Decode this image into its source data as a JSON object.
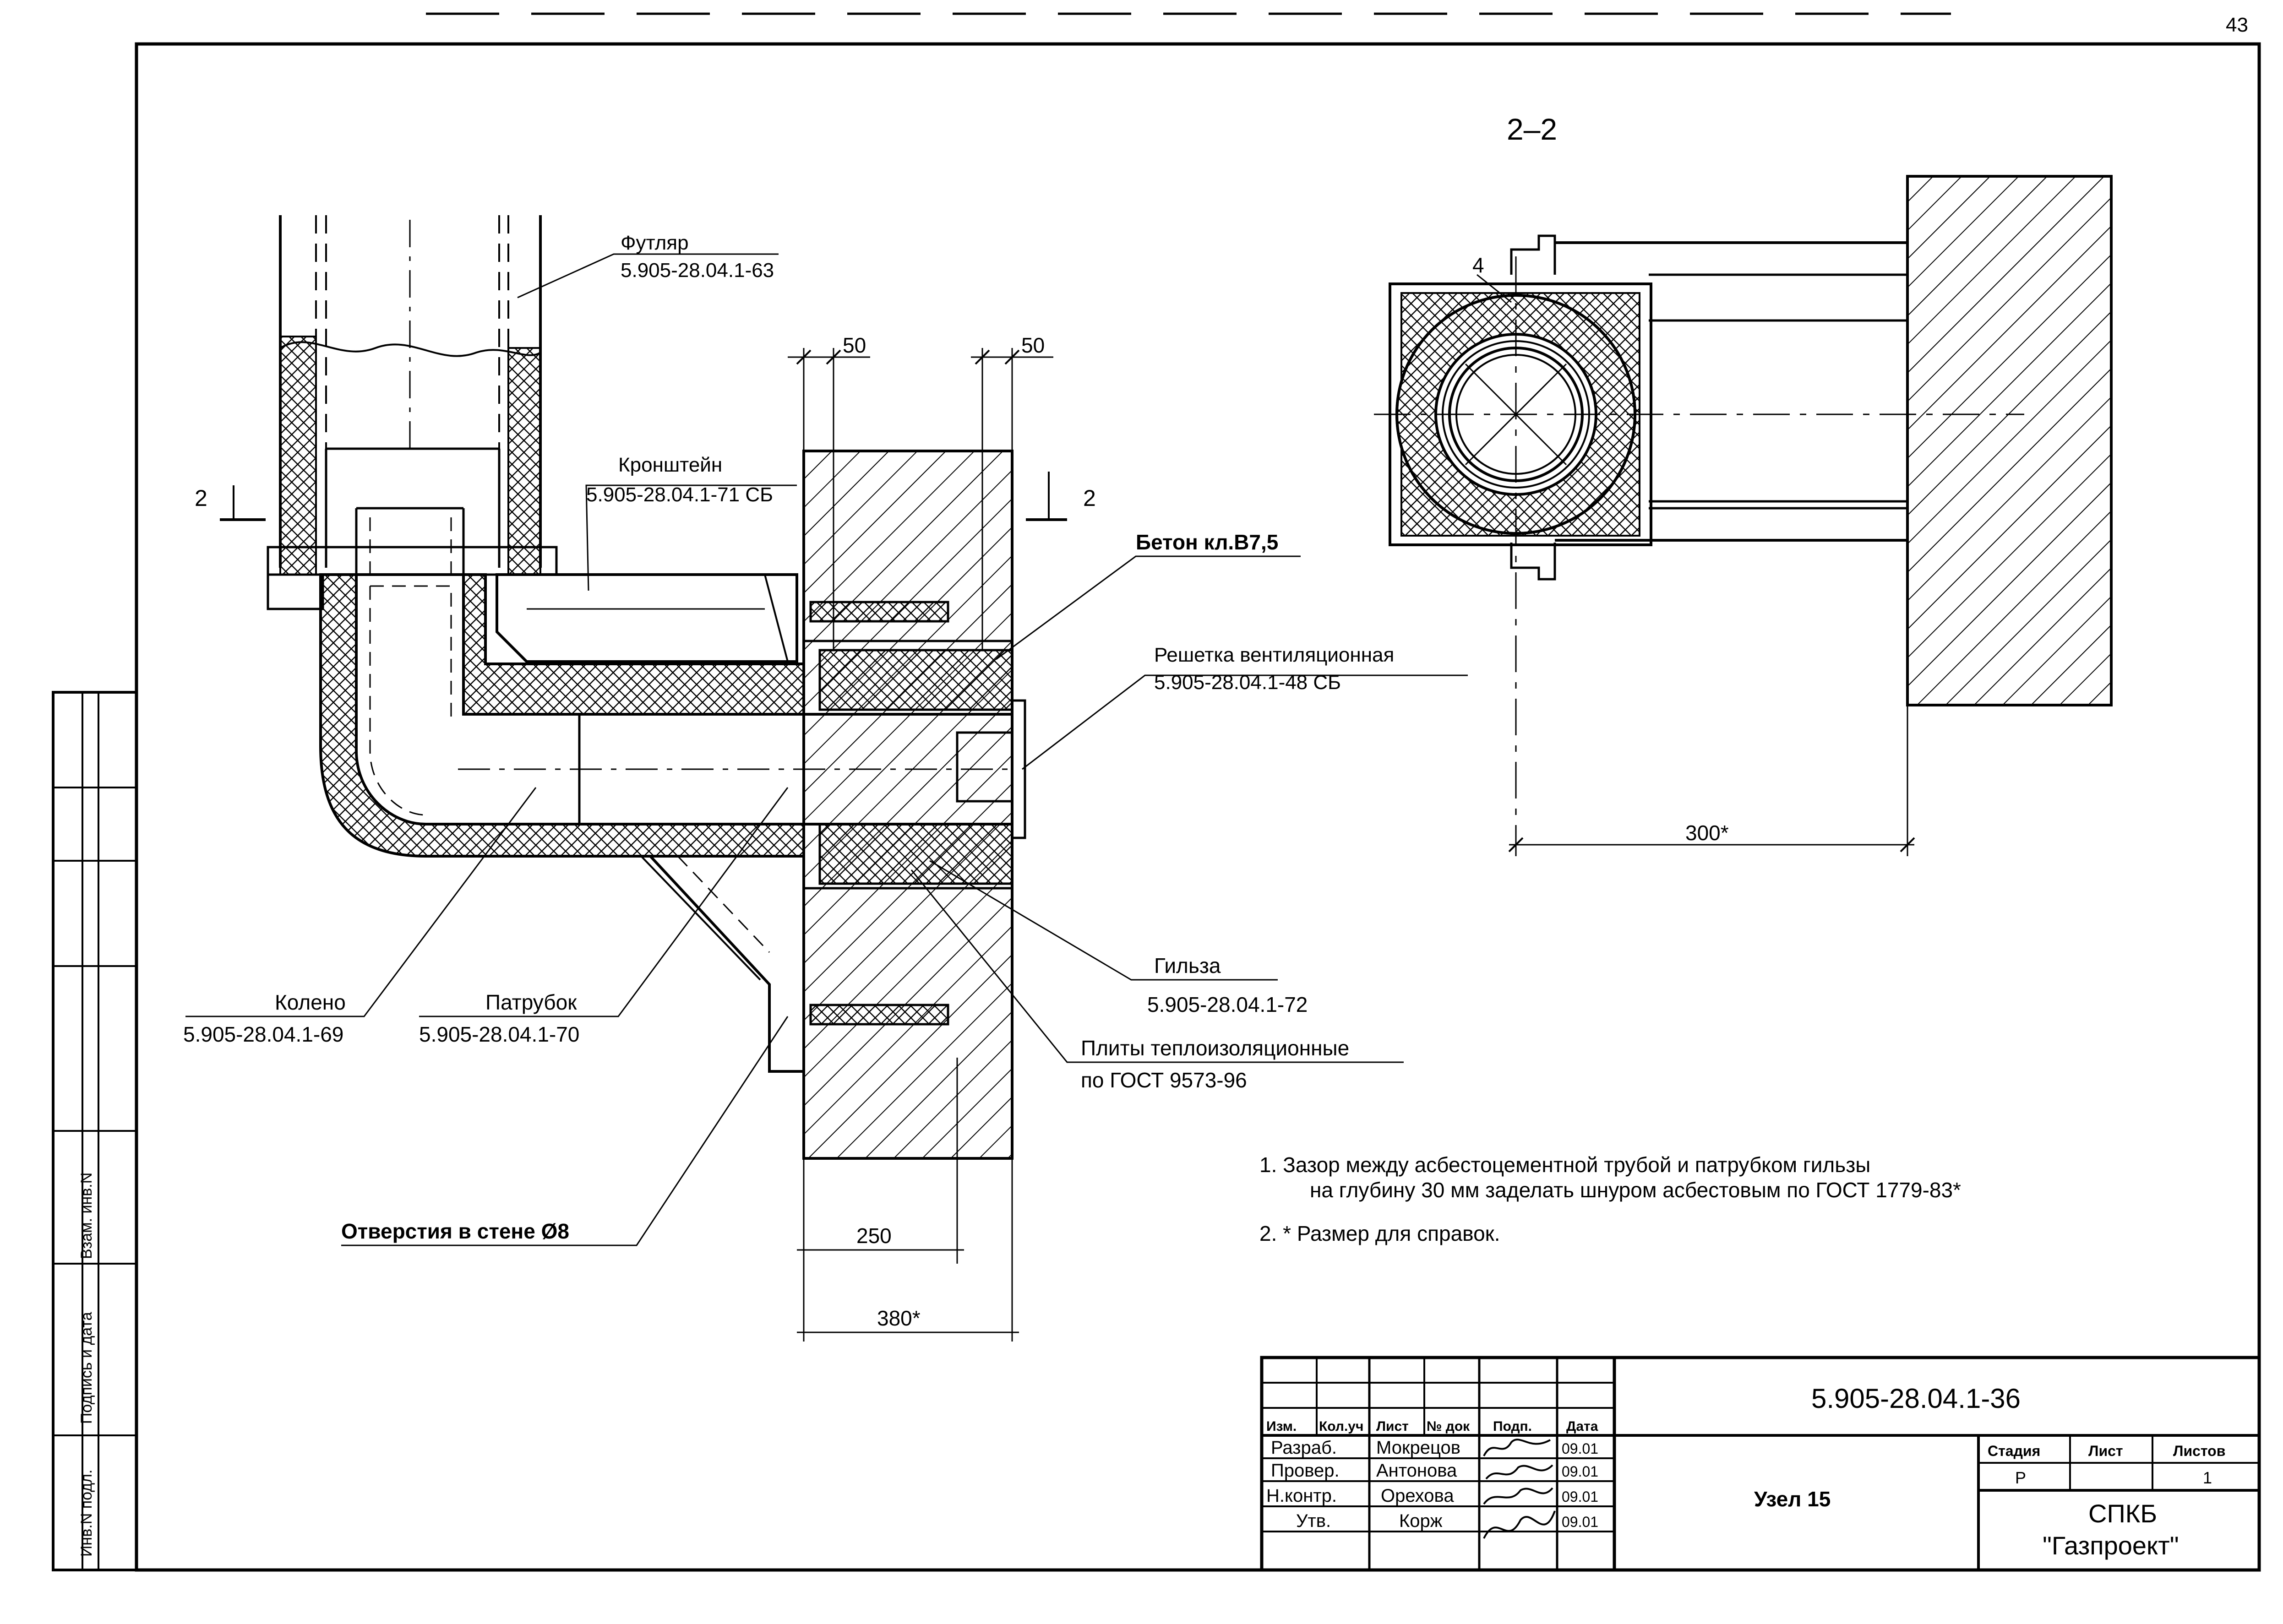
{
  "sheet_number": "43",
  "section_label": "2–2",
  "section_mark": "2",
  "labels": {
    "futlyar": "Футляр",
    "futlyar_code": "5.905-28.04.1-63",
    "kronshtein": "Кронштейн",
    "kronshtein_code": "5.905-28.04.1-71 СБ",
    "beton": "Бетон кл.В7,5",
    "reshetka": "Решетка вентиляционная",
    "reshetka_code": "5.905-28.04.1-48 СБ",
    "koleno": "Колено",
    "koleno_code": "5.905-28.04.1-69",
    "patrubok": "Патрубок",
    "patrubok_code": "5.905-28.04.1-70",
    "gilza": "Гильза",
    "gilza_code": "5.905-28.04.1-72",
    "plity": "Плиты теплоизоляционные",
    "plity_code": "по ГОСТ 9573-96",
    "otverstiya": "Отверстия в стене Ø8"
  },
  "dimensions": {
    "d50_left": "50",
    "d50_right": "50",
    "d250": "250",
    "d380": "380*",
    "d300": "300*",
    "pos4": "4"
  },
  "notes": [
    "1.  Зазор между асбестоцементной трубой и патрубком гильзы",
    "на глубину 30 мм заделать шнуром асбестовым по ГОСТ 1779-83*",
    "2.  * Размер для справок."
  ],
  "left_stamp": {
    "vzam": "Взам. инв.N",
    "podpis": "Подпись и дата",
    "inv": "Инв.N подл."
  },
  "title_block": {
    "doc_code": "5.905-28.04.1-36",
    "title": "Узел 15",
    "org_line1": "СПКБ",
    "org_line2": "\"Газпроект\"",
    "headers": [
      "Изм.",
      "Кол.уч",
      "Лист",
      "№ док",
      "Подп.",
      "Дата"
    ],
    "rows": [
      {
        "role": "Разраб.",
        "name": "Мокрецов",
        "date": "09.01"
      },
      {
        "role": "Провер.",
        "name": "Антонова",
        "date": "09.01"
      },
      {
        "role": "Н.контр.",
        "name": "Орехова",
        "date": "09.01"
      },
      {
        "role": "Утв.",
        "name": "Корж",
        "date": "09.01"
      }
    ],
    "stage_headers": [
      "Стадия",
      "Лист",
      "Листов"
    ],
    "stage": "Р",
    "sheet": "",
    "sheets": "1"
  }
}
